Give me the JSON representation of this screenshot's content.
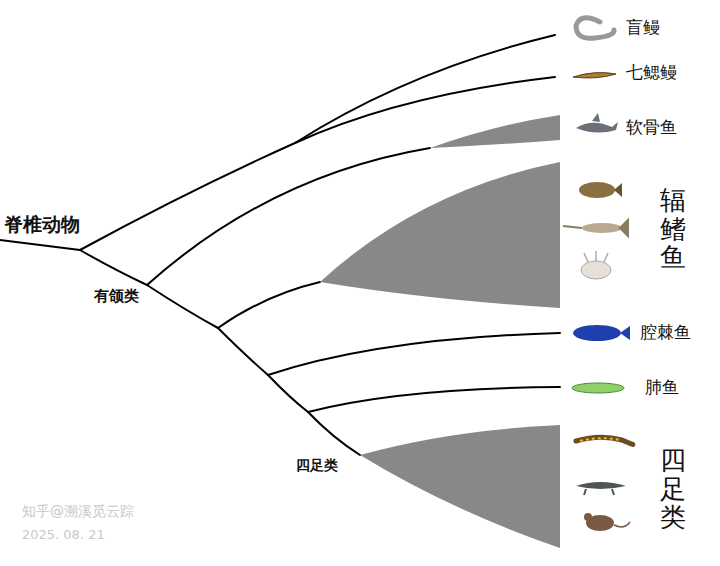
{
  "diagram": {
    "labels": [
      "脊椎动物",
      "有颌类",
      "四足类",
      "盲鳗",
      "七鳃鳗",
      "软骨鱼",
      "辐鳍鱼",
      "腔棘鱼",
      "肺鱼",
      "四足类",
      "知乎@溯溪觅云踪",
      "2025. 08. 21"
    ]
  }
}
